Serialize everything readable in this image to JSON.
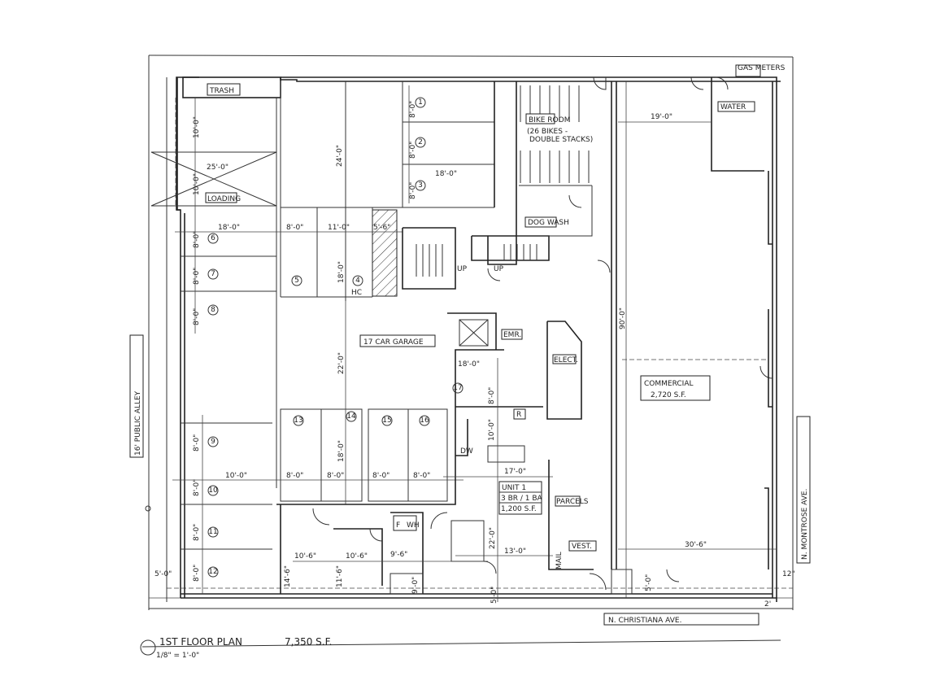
{
  "title": "1ST FLOOR PLAN",
  "area": "7,350 S.F.",
  "scale": "1/8\" = 1'-0\"",
  "streets": {
    "south": "N. CHRISTIANA AVE.",
    "east": "N. MONTROSE AVE.",
    "west": "16' PUBLIC ALLEY"
  },
  "rooms": {
    "trash": "TRASH",
    "loading": "LOADING",
    "bike_room": "BIKE ROOM",
    "bike_note_1": "(26 BIKES -",
    "bike_note_2": "DOUBLE STACKS)",
    "dog_wash": "DOG WASH",
    "water": "WATER",
    "gas_meters": "GAS METERS",
    "garage": "17 CAR GARAGE",
    "emr": "EMR.",
    "elec": "ELECT.",
    "parcel": "PARCELS",
    "vest": "VEST.",
    "mail": "MAIL",
    "commercial": "COMMERCIAL",
    "commercial_area": "2,720 S.F.",
    "unit_name": "UNIT 1",
    "unit_type": "3 BR / 1 BA",
    "unit_area": "1,200 S.F.",
    "hc": "HC",
    "up1": "UP",
    "up2": "UP",
    "fridge": "R",
    "dw": "DW",
    "furnace": "F",
    "wh": "WH"
  },
  "parking_spaces": [
    "1",
    "2",
    "3",
    "4",
    "5",
    "6",
    "7",
    "8",
    "9",
    "10",
    "11",
    "12",
    "13",
    "14",
    "15",
    "16",
    "17"
  ],
  "dimensions": {
    "d_10_trash": "10'-0\"",
    "d_25": "25'-0\"",
    "d_10_load": "10'-0\"",
    "d_24": "24'-0\"",
    "d_8_s1": "8'-0\"",
    "d_8_s2": "8'-0\"",
    "d_8_s3": "8'-0\"",
    "d_18_top": "18'-0\"",
    "d_18_left": "18'-0\"",
    "d_8_a": "8'-0\"",
    "d_11": "11'-0\"",
    "d_5_6": "5'-6\"",
    "d_18_hc": "18'-0\"",
    "d_8_s6": "8'-0\"",
    "d_8_s7": "8'-0\"",
    "d_8_s8": "8'-0\"",
    "d_22_garage": "22'-0\"",
    "d_18_17": "18'-0\"",
    "d_8_17": "8'-0\"",
    "d_18_mid": "18'-0\"",
    "d_8_s9": "8'-0\"",
    "d_8_s10": "8'-0\"",
    "d_8_s11": "8'-0\"",
    "d_8_s12": "8'-0\"",
    "d_10_row": "10'-0\"",
    "d_8_13": "8'-0\"",
    "d_8_14": "8'-0\"",
    "d_8_15": "8'-0\"",
    "d_8_16": "8'-0\"",
    "d_5_0": "5'-0\"",
    "d_10_6a": "10'-6\"",
    "d_10_6b": "10'-6\"",
    "d_9_6": "9'-6\"",
    "d_14_6": "14'-6\"",
    "d_11_6": "11'-6\"",
    "d_9_0": "9'-0\"",
    "d_17": "17'-0\"",
    "d_13": "13'-0\"",
    "d_22_unit": "22'-0\"",
    "d_10_unit": "10'-0\"",
    "d_19": "19'-0\"",
    "d_90": "90'-0\"",
    "d_30_6": "30'-6\"",
    "d_5_s": "5'-0\"",
    "d_5_s2": "5'-0\"",
    "d_12": "12\"",
    "d_2": "2'"
  }
}
